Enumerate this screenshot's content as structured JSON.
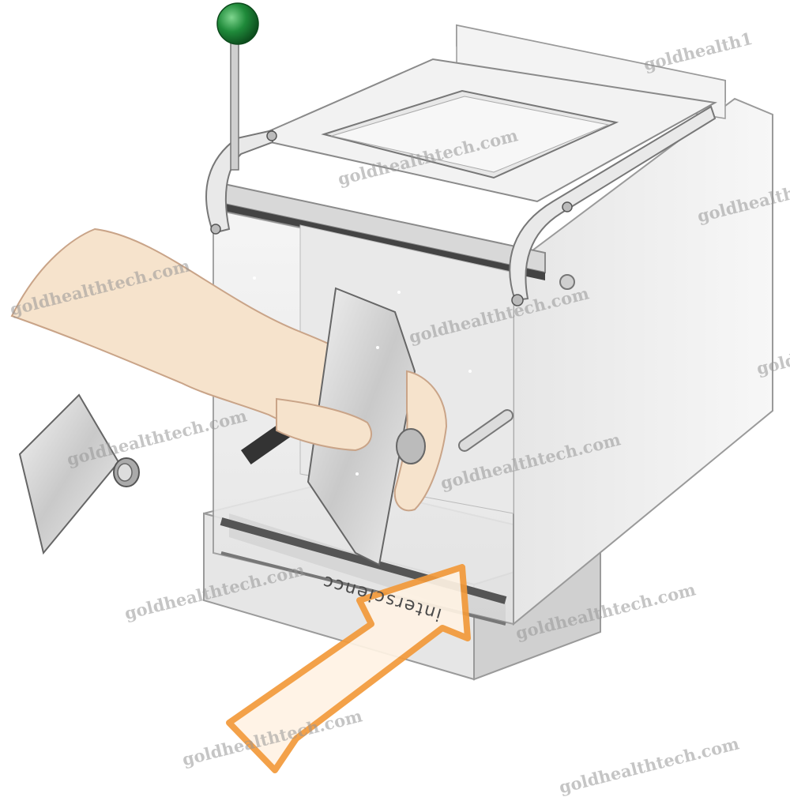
{
  "illustration": {
    "subject": "machine-with-hand-inserting-plate",
    "colors": {
      "background": "#ffffff",
      "steel_light": "#f2f2f2",
      "steel_mid": "#d6d6d6",
      "steel_dark": "#9a9a9a",
      "knob_green": "#1f8a3a",
      "skin": "#f6e3cc",
      "arrow_orange": "#f39a3a"
    },
    "brand_mark": "intersciencc"
  },
  "watermark": {
    "text": "goldhealthtech.com",
    "partial_texts": [
      "goldhealth1",
      "goldhealth",
      "gold"
    ]
  }
}
